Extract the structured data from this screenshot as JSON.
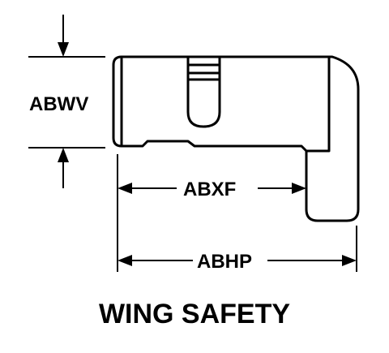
{
  "title": "WING SAFETY",
  "dimensions": {
    "height_label": "ABWV",
    "body_length_label": "ABXF",
    "overall_length_label": "ABHP"
  }
}
